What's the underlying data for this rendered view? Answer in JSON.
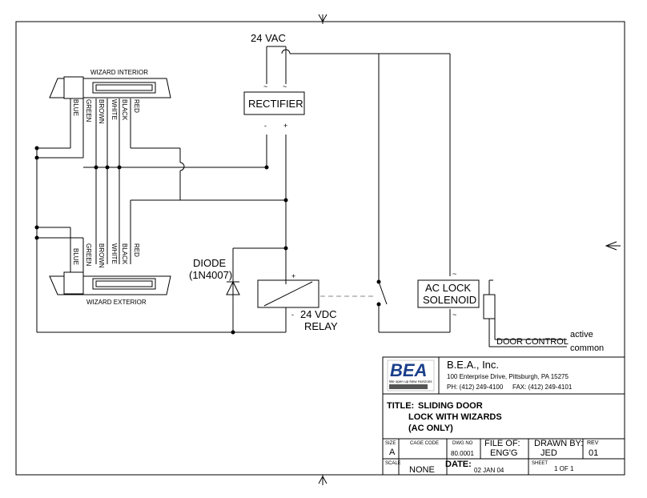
{
  "power": {
    "supply": "24 VAC",
    "tilde": "~"
  },
  "rectifier": {
    "label": "RECTIFIER",
    "minus": "-",
    "plus": "+"
  },
  "wizard_interior": {
    "label": "WIZARD INTERIOR",
    "wires": [
      "BLUE",
      "GREEN",
      "BROWN",
      "WHITE",
      "BLACK",
      "RED"
    ]
  },
  "wizard_exterior": {
    "label": "WIZARD EXTERIOR",
    "wires": [
      "BLUE",
      "GREEN",
      "BROWN",
      "WHITE",
      "BLACK",
      "RED"
    ]
  },
  "diode": {
    "name": "DIODE",
    "part": "(1N4007)"
  },
  "relay": {
    "line1": "24 VDC",
    "line2": "RELAY",
    "plus": "+",
    "minus": "-"
  },
  "solenoid": {
    "line1": "AC LOCK",
    "line2": "SOLENOID"
  },
  "door_control": {
    "label": "DOOR CONTROL",
    "active": "active",
    "common": "common"
  },
  "title_block": {
    "logo_text": "BEA",
    "logo_tagline": "We open up New Horizons",
    "company": "B.E.A., Inc.",
    "address": "100 Enterprise Drive, Pittsburgh, PA 15275",
    "phone": "PH: (412) 249-4100",
    "fax": "FAX: (412) 249-4101",
    "title_label": "TITLE:",
    "title_lines": [
      "SLIDING DOOR",
      "LOCK WITH WIZARDS",
      "(AC ONLY)"
    ],
    "size_label": "SIZE",
    "size": "A",
    "cage_label": "CAGE CODE",
    "cage": "",
    "dwg_label": "DWG NO",
    "dwg": "80.0001",
    "file_label": "FILE OF:",
    "file": "ENG'G",
    "drawn_label": "DRAWN BY:",
    "drawn": "JED",
    "rev_label": "REV",
    "rev": "01",
    "scale_label": "SCALE",
    "scale": "NONE",
    "date_label": "DATE:",
    "date": "02 JAN 04",
    "sheet_label": "SHEET",
    "sheet": "1 OF 1"
  }
}
